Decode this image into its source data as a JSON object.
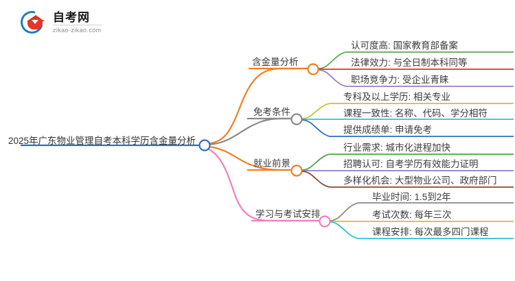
{
  "logo": {
    "name": "自考网",
    "domain": "zikao-zikao.com",
    "mark_ring_color": "#1a7fc1",
    "mark_cap_color": "#e8342a"
  },
  "mindmap": {
    "root": {
      "label": "2025年广东物业管理自考本科学历含金量分析",
      "node_color": "#2f6fbe",
      "stem_color": "#2f6fbe"
    },
    "branches": [
      {
        "label": "含金量分析",
        "color": "#ef8022",
        "leaves": [
          {
            "label": "认可度高: 国家教育部备案",
            "color": "#5aab4e"
          },
          {
            "label": "法律效力: 与全日制本科同等",
            "color": "#e0312a"
          },
          {
            "label": "职场竞争力: 受企业青睐",
            "color": "#9b7cc4"
          }
        ]
      },
      {
        "label": "免考条件",
        "color": "#8a8a8a",
        "leaves": [
          {
            "label": "专科及以上学历: 相关专业",
            "color": "#c9c232"
          },
          {
            "label": "课程一致性: 名称、代码、学分相符",
            "color": "#2fbfd6"
          },
          {
            "label": "提供成绩单: 申请免考",
            "color": "#2b6fbe"
          }
        ]
      },
      {
        "label": "就业前景",
        "color": "#ef8022",
        "leaves": [
          {
            "label": "行业需求: 城市化进程加快",
            "color": "#4aa345"
          },
          {
            "label": "招聘认可: 自考学历有效能力证明",
            "color": "#8e78c7"
          },
          {
            "label": "多样化机会: 大型物业公司、政府部门",
            "color": "#8b4636"
          }
        ]
      },
      {
        "label": "学习与考试安排",
        "color": "#ef7fc0",
        "leaves": [
          {
            "label": "毕业时间: 1.5到2年",
            "color": "#8a8a8a"
          },
          {
            "label": "考试次数: 每年三次",
            "color": "#c9c232"
          },
          {
            "label": "课程安排: 每次最多四门课程",
            "color": "#2fbfd6"
          }
        ]
      }
    ]
  }
}
